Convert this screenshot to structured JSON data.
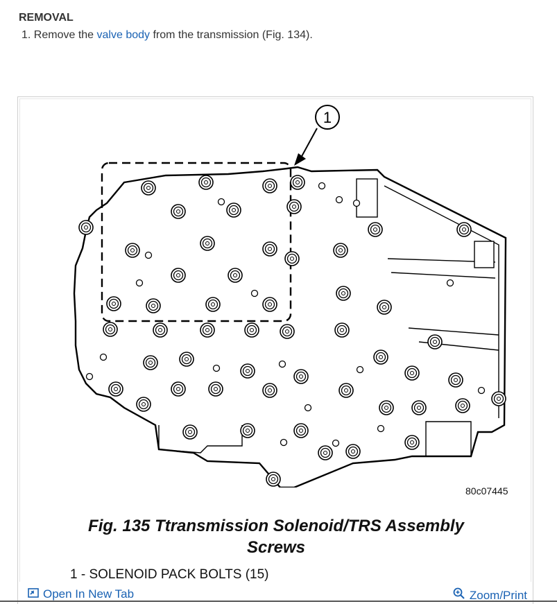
{
  "section": {
    "heading": "REMOVAL"
  },
  "step": {
    "number": "1.",
    "before": "Remove the",
    "link": "valve body",
    "after": "from the transmission (Fig. 134)."
  },
  "figure": {
    "callout": "1",
    "code": "80c07445",
    "caption_line1": "Fig. 135 Ttransmission Solenoid/TRS Assembly",
    "caption_line2": "Screws",
    "legend": "1 - SOLENOID PACK BOLTS (15)"
  },
  "footer": {
    "open_tab": "Open In New Tab",
    "zoom": "Zoom/Print"
  },
  "colors": {
    "link": "#1a62b3",
    "text": "#333333"
  }
}
